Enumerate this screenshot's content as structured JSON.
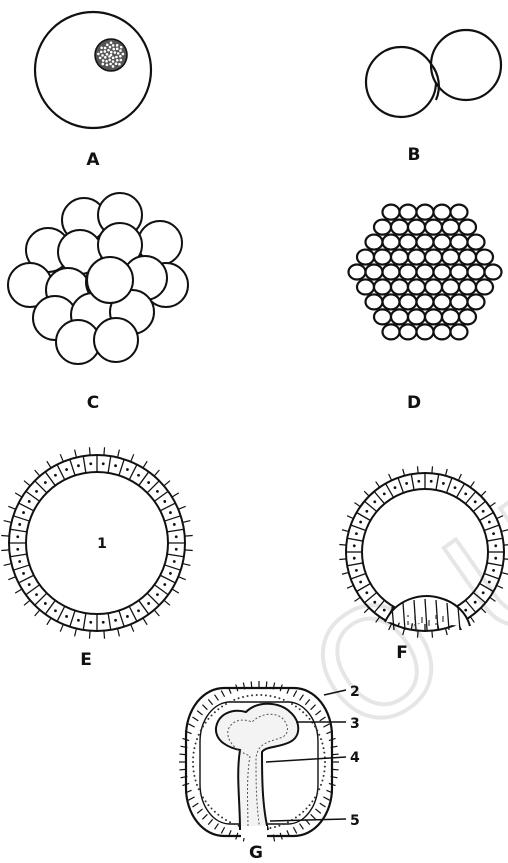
{
  "stages": {
    "a": {
      "label": "A"
    },
    "b": {
      "label": "B"
    },
    "c": {
      "label": "C"
    },
    "d": {
      "label": "D"
    },
    "e": {
      "label": "E",
      "inner_label": "1"
    },
    "f": {
      "label": "F"
    },
    "g": {
      "label": "G"
    }
  },
  "callouts": [
    "2",
    "3",
    "4",
    "5"
  ],
  "watermark": "O U",
  "colors": {
    "ink": "#111111",
    "background": "#ffffff",
    "watermark": "#e6e6e6"
  }
}
